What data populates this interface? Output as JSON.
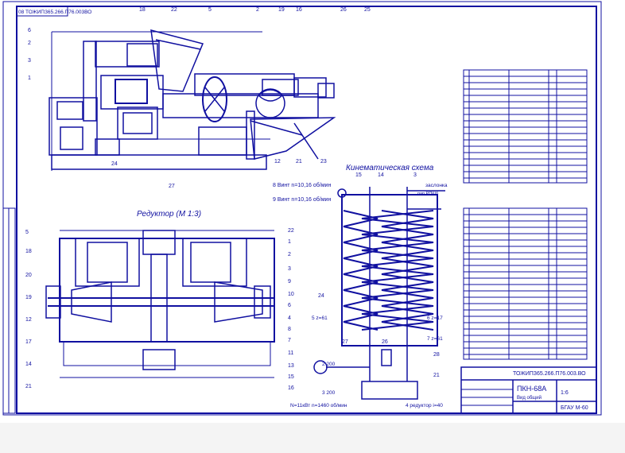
{
  "stamp_top_left": "08 ТОЖИПЗ65.266.П76.003ВО",
  "kinematic_title": "Кинематическая схема",
  "reducer_title": "Редуктор (М 1:3)",
  "callouts_top": [
    "18",
    "22",
    "5",
    "2",
    "19",
    "16",
    "26",
    "25",
    "6",
    "2",
    "3",
    "1",
    "24",
    "27",
    "12",
    "21",
    "23"
  ],
  "callouts_reducer": [
    "5",
    "18",
    "20",
    "19",
    "12",
    "17",
    "14",
    "21",
    "22",
    "1",
    "2",
    "3",
    "9",
    "10",
    "6",
    "4",
    "8",
    "7",
    "11",
    "13",
    "15",
    "16"
  ],
  "callouts_kin": [
    "15",
    "14",
    "3",
    "24",
    "27",
    "26",
    "21",
    "28"
  ],
  "kin_labels": {
    "screw1": "8 Винт n=10,16 об/мин",
    "screw2": "9 Винт n=10,16 об/мин",
    "flap": "заслонка",
    "steam": "пар РПК/б",
    "z61": "5 z=61",
    "z17a": "6 z=17",
    "z61b": "7 z=61",
    "z200a": "2 200",
    "z200b": "3 200",
    "motor": "N=11кВт n=1460 об/мин",
    "reducer": "4 редуктор i=40"
  },
  "title_block": {
    "code": "ТОЖИПЗ65.266.П76.003.ВО",
    "name": "ПКН-68А",
    "subtitle": "Вид общий",
    "org": "БГАУ М-60",
    "sheet": "1:6"
  },
  "colors": {
    "ink": "#1010a0",
    "paper": "#ffffff",
    "label": "#1010a0"
  }
}
